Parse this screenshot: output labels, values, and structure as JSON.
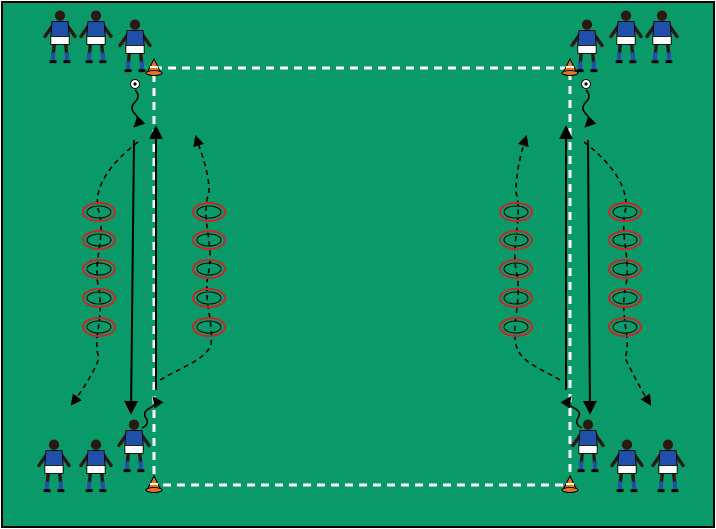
{
  "colors": {
    "pitch": "#0a9a6a",
    "border": "#000000",
    "field_lines": "#ffffff",
    "arrows": "#000000",
    "hoops": "#c62828",
    "cone": "#e8741e",
    "shirt": "#1f4fa8",
    "shorts": "#ffffff",
    "skin": "#2b1a12"
  },
  "icons": {
    "player": "player-icon",
    "cone": "cone-icon",
    "ball": "ball-icon",
    "hoop": "hoop-icon"
  },
  "drill": {
    "hoop_columns": 4,
    "hoops_per_column": 5,
    "players_per_corner": 3,
    "cones": 4,
    "balls": 2
  }
}
